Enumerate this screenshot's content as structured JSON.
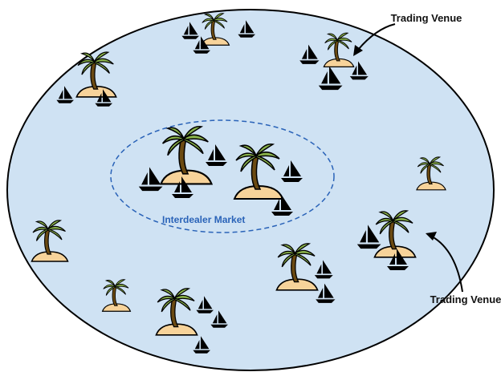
{
  "labels": {
    "interdealer_market": "Interdealer Market",
    "trading_venue_top": "Trading Venue",
    "trading_venue_bottom": "Trading Venue"
  },
  "colors": {
    "ocean": "#cfe2f3",
    "outline": "#000000",
    "market_border": "#2a63b8",
    "market_text": "#2a63b8",
    "sand": "#f7d39a",
    "trunk": "#6b4a12",
    "leaf": "#8bb44a",
    "boat": "#000000"
  },
  "icons": [
    "palm-island-icon",
    "sailboat-icon",
    "arrow-icon"
  ]
}
